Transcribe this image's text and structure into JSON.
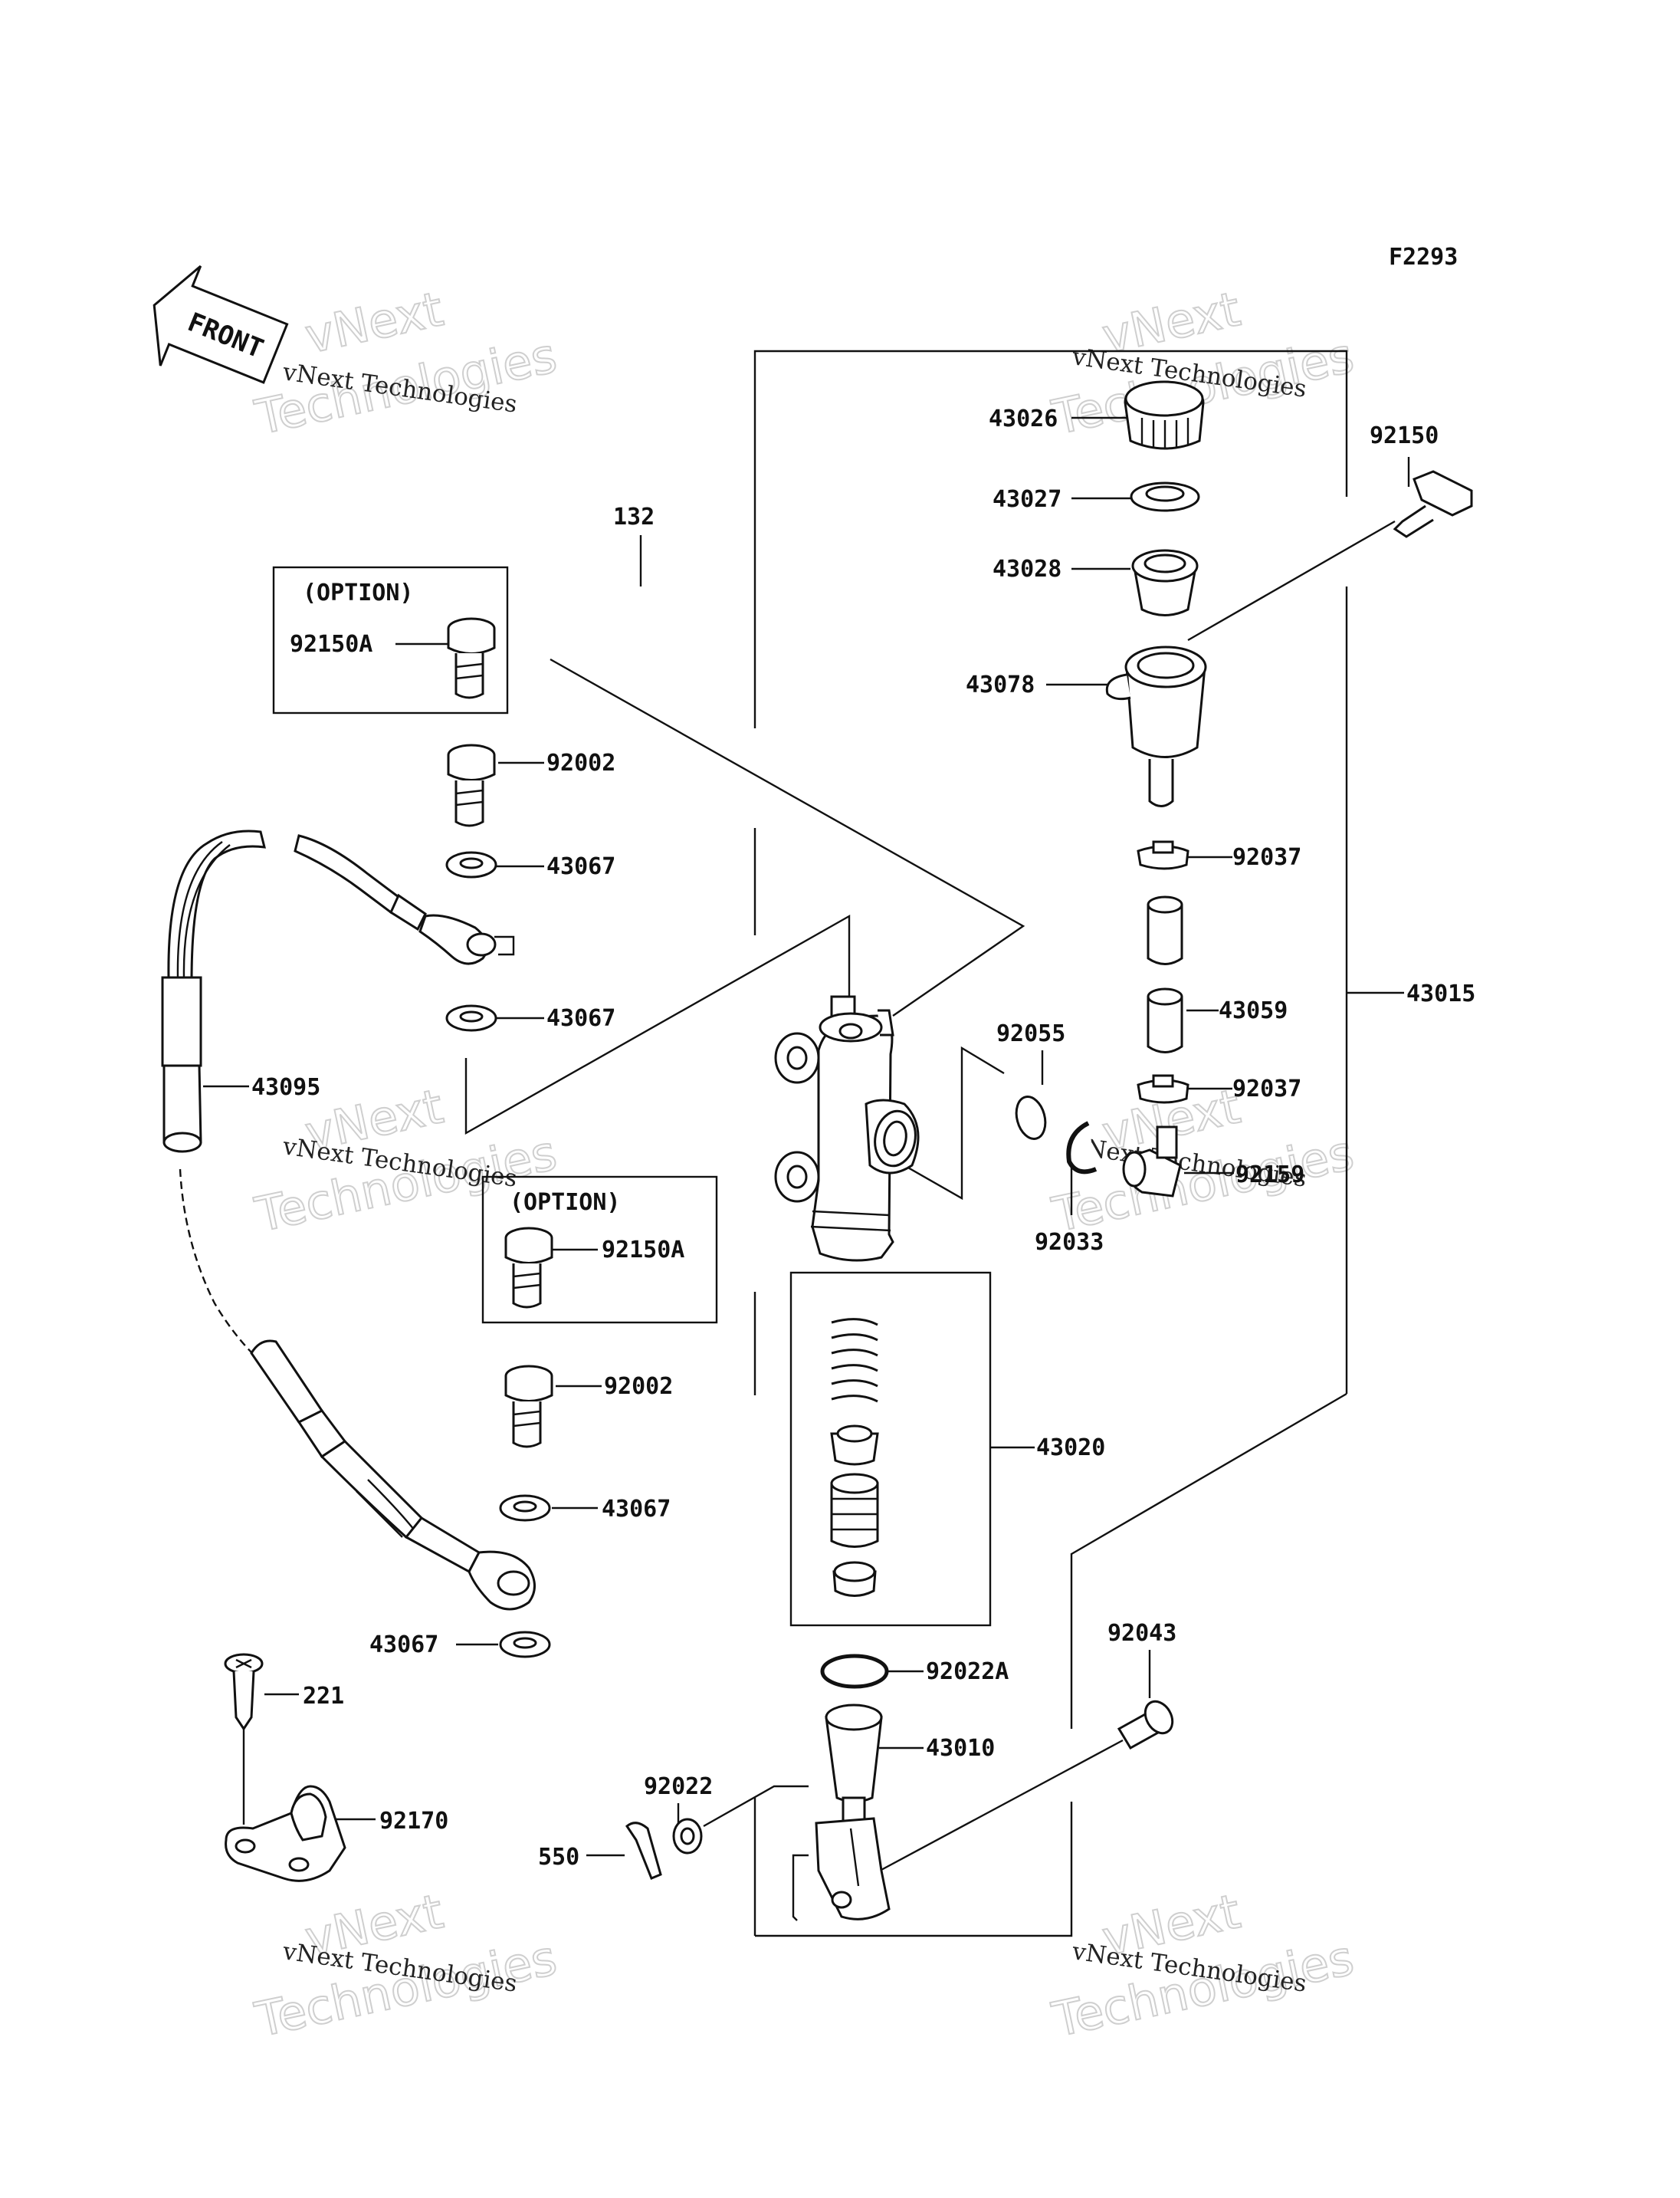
{
  "figure_code": "F2293",
  "front_arrow": "FRONT",
  "option_label": "(OPTION)",
  "watermark": {
    "line1": "vNext",
    "line2": "vNext Technologies",
    "line3": "Technologies"
  },
  "labels": {
    "p43026": "43026",
    "p43027": "43027",
    "p43028": "43028",
    "p43078": "43078",
    "p92150": "92150",
    "p132": "132",
    "p92150A_top": "92150A",
    "p92002_top": "92002",
    "p43067_1": "43067",
    "p43067_2": "43067",
    "p43095": "43095",
    "p92037_1": "92037",
    "p43059": "43059",
    "p92037_2": "92037",
    "p43015": "43015",
    "p92055": "92055",
    "p92159": "92159",
    "p92033": "92033",
    "p92150A_bottom": "92150A",
    "p92002_bottom": "92002",
    "p43067_3": "43067",
    "p43067_4": "43067",
    "p43020": "43020",
    "p92043": "92043",
    "p92022A": "92022A",
    "p43010": "43010",
    "p92022": "92022",
    "p550": "550",
    "p221": "221",
    "p92170": "92170"
  }
}
